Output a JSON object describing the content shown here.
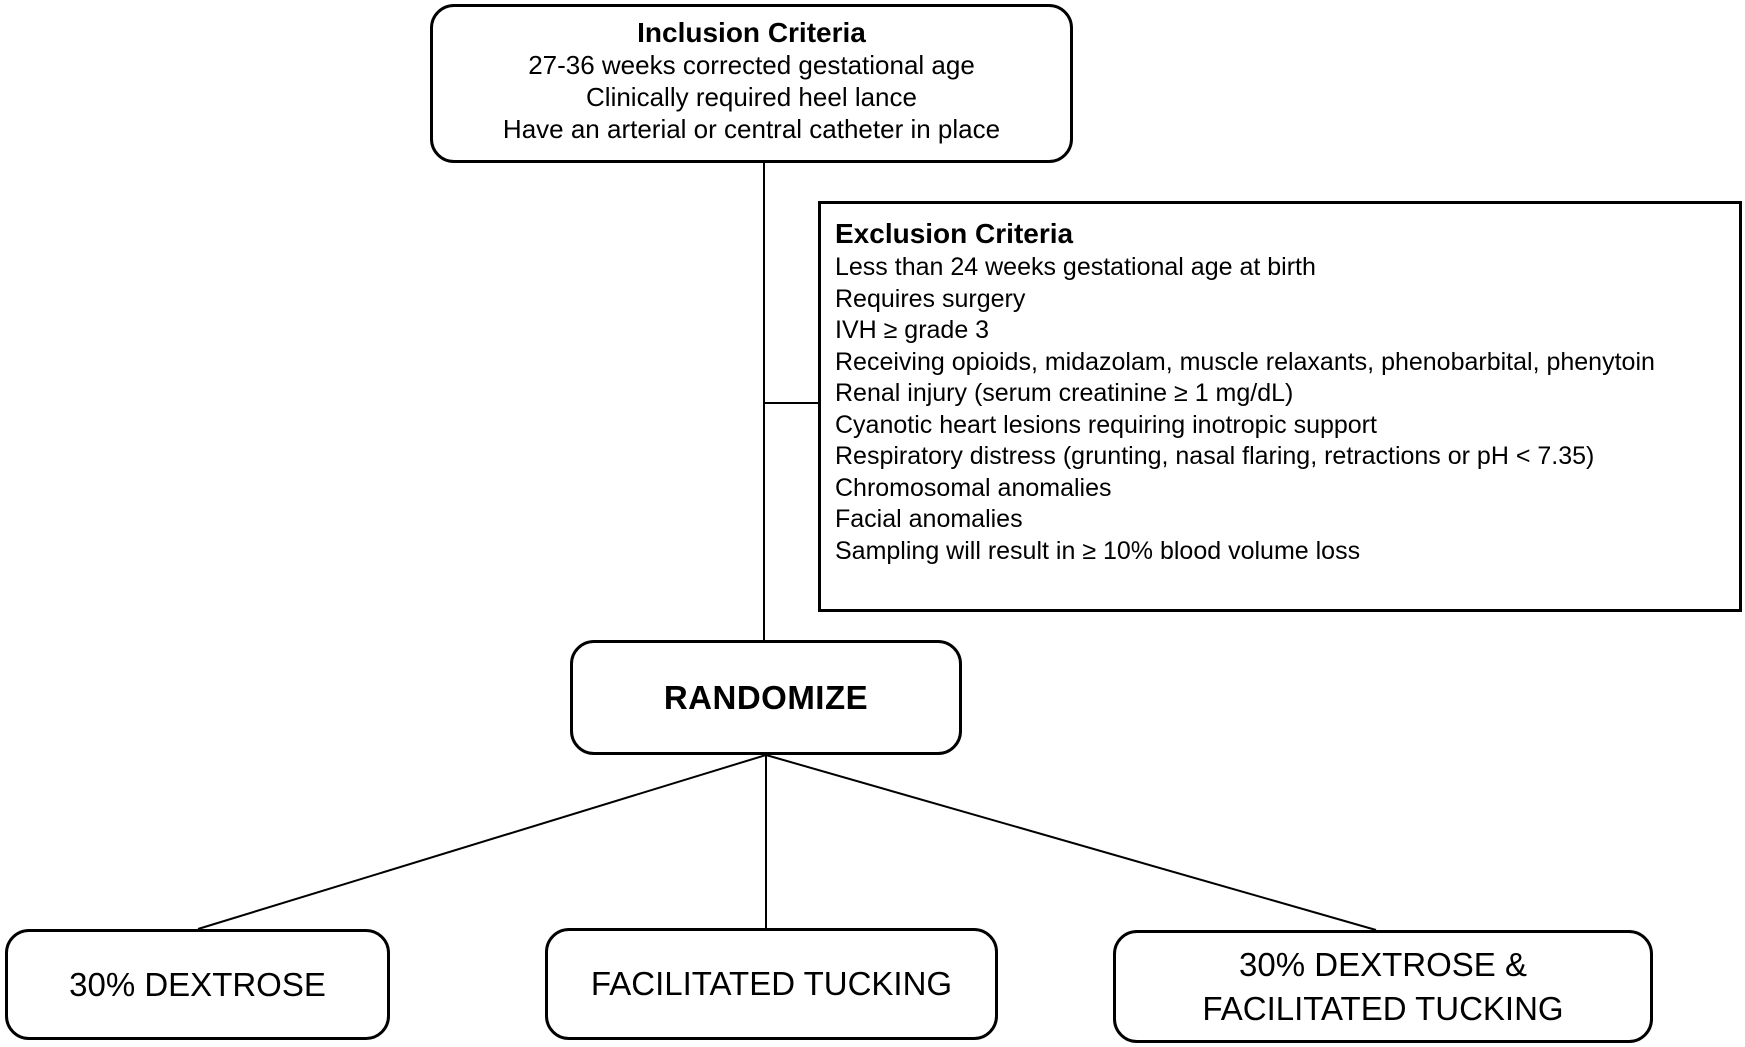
{
  "inclusion": {
    "title": "Inclusion Criteria",
    "items": [
      "27-36 weeks corrected gestational age",
      "Clinically required heel lance",
      "Have an arterial or central catheter in place"
    ]
  },
  "exclusion": {
    "title": "Exclusion Criteria",
    "items": [
      "Less than 24 weeks gestational age at birth",
      "Requires surgery",
      "IVH ≥ grade 3",
      "Receiving opioids, midazolam, muscle relaxants, phenobarbital, phenytoin",
      "Renal injury (serum creatinine ≥  1 mg/dL)",
      "Cyanotic heart lesions requiring inotropic support",
      "Respiratory distress (grunting, nasal flaring, retractions or pH < 7.35)",
      "Chromosomal anomalies",
      "Facial anomalies",
      "Sampling will result in ≥ 10% blood volume loss"
    ]
  },
  "randomize": {
    "label": "RANDOMIZE"
  },
  "arms": [
    {
      "label": "30% DEXTROSE"
    },
    {
      "label": "FACILITATED TUCKING"
    },
    {
      "label": "30% DEXTROSE &\nFACILITATED TUCKING"
    }
  ],
  "colors": {
    "box_border": "#000000",
    "connector_line": "#000000",
    "background": "#ffffff",
    "text": "#000000"
  }
}
